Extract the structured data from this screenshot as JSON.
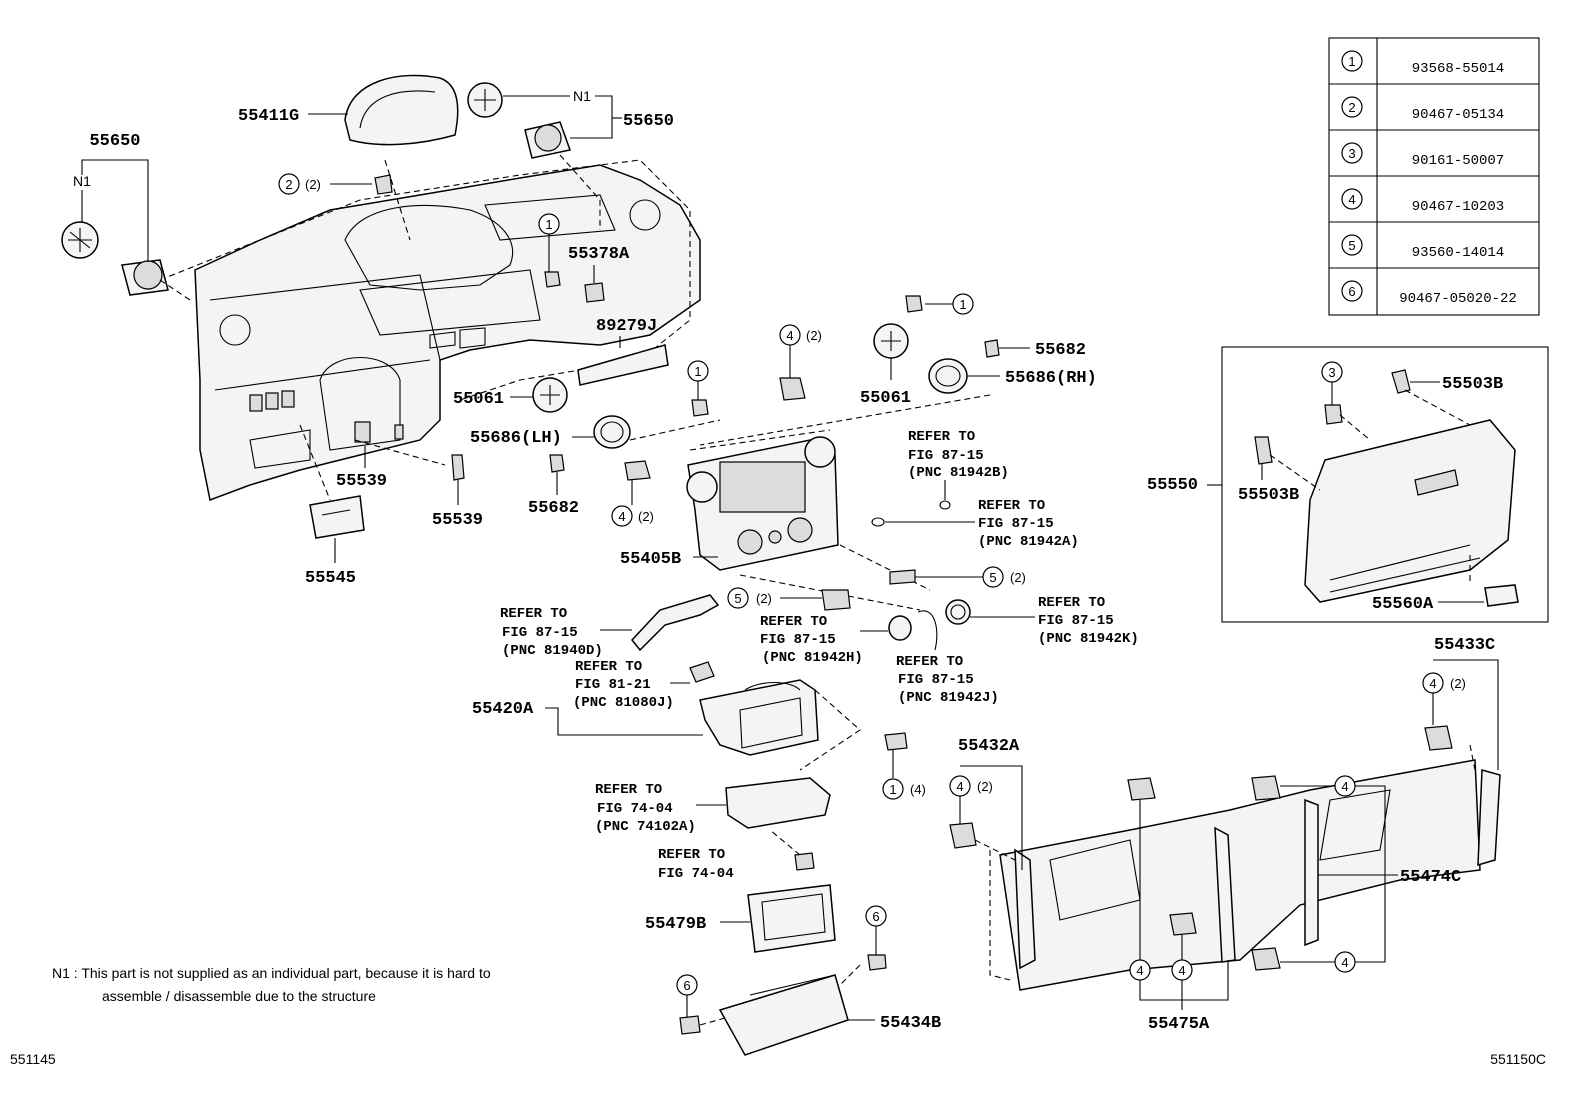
{
  "parts_table": [
    {
      "ref": "1",
      "part": "93568-55014"
    },
    {
      "ref": "2",
      "part": "90467-05134"
    },
    {
      "ref": "3",
      "part": "90161-50007"
    },
    {
      "ref": "4",
      "part": "90467-10203"
    },
    {
      "ref": "5",
      "part": "93560-14014"
    },
    {
      "ref": "6",
      "part": "90467-05020-22"
    }
  ],
  "labels": {
    "p55650_left": "55650",
    "n1_left": "N1",
    "p55411G": "55411G",
    "n1_top": "N1",
    "p55650_right": "55650",
    "p55378A": "55378A",
    "p89279J": "89279J",
    "p55061_left": "55061",
    "p55686LH": "55686(LH)",
    "p55539_a": "55539",
    "p55539_b": "55539",
    "p55682_left": "55682",
    "p55545": "55545",
    "p55682_right": "55682",
    "p55686RH": "55686(RH)",
    "p55061_right": "55061",
    "p55405B": "55405B",
    "p55420A": "55420A",
    "p55479B": "55479B",
    "p55434B": "55434B",
    "p55432A": "55432A",
    "p55433C": "55433C",
    "p55474C": "55474C",
    "p55475A": "55475A",
    "p55550": "55550",
    "p55503B_a": "55503B",
    "p55503B_b": "55503B",
    "p55560A": "55560A"
  },
  "callouts": {
    "c2_qty": "(2)",
    "c4a_qty": "(2)",
    "c4b_qty": "(2)",
    "c5a_qty": "(2)",
    "c5b_qty": "(2)",
    "c1_qty": "(4)",
    "c4c_qty": "(2)",
    "c4d_qty": "(2)"
  },
  "refs": {
    "r1": {
      "l1": "REFER TO",
      "l2": "FIG 87-15",
      "l3": "(PNC 81942B)"
    },
    "r2": {
      "l1": "REFER TO",
      "l2": "FIG 87-15",
      "l3": "(PNC 81942A)"
    },
    "r3": {
      "l1": "REFER TO",
      "l2": "FIG 87-15",
      "l3": "(PNC 81940D)"
    },
    "r4": {
      "l1": "REFER TO",
      "l2": "FIG 87-15",
      "l3": "(PNC 81942H)"
    },
    "r5": {
      "l1": "REFER TO",
      "l2": "FIG 87-15",
      "l3": "(PNC 81942K)"
    },
    "r6": {
      "l1": "REFER TO",
      "l2": "FIG 87-15",
      "l3": "(PNC 81942J)"
    },
    "r7": {
      "l1": "REFER TO",
      "l2": "FIG 81-21",
      "l3": "(PNC 81080J)"
    },
    "r8": {
      "l1": "REFER TO",
      "l2": "FIG 74-04",
      "l3": "(PNC 74102A)"
    },
    "r9": {
      "l1": "REFER TO",
      "l2": "FIG 74-04"
    }
  },
  "note": {
    "line1": "N1 : This part is not supplied as an individual part, because it is hard to",
    "line2": "assemble / disassemble due to the structure"
  },
  "footer": {
    "left_code": "551145",
    "right_code": "551150C"
  }
}
